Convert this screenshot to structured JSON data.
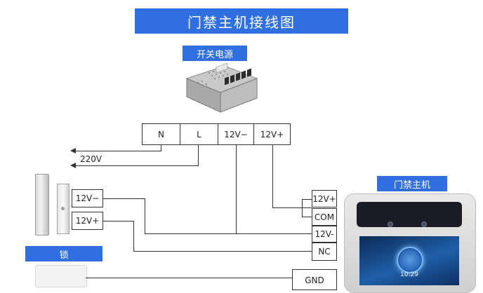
{
  "title": "门禁主机接线图",
  "labels": {
    "power_supply": "开关电源",
    "lock": "锁",
    "access_host": "门禁主机",
    "mains": "220V"
  },
  "power_terminals": [
    "N",
    "L",
    "12V−",
    "12V+"
  ],
  "lock_terminals": [
    "12V−",
    "12V+"
  ],
  "host_terminals": [
    "12V+",
    "COM",
    "12V-",
    "NC"
  ],
  "bottom_terminal_partial": "GND",
  "screen_time": "10:29",
  "colors": {
    "banner": "#2f6fe0",
    "wire": "#333333"
  }
}
